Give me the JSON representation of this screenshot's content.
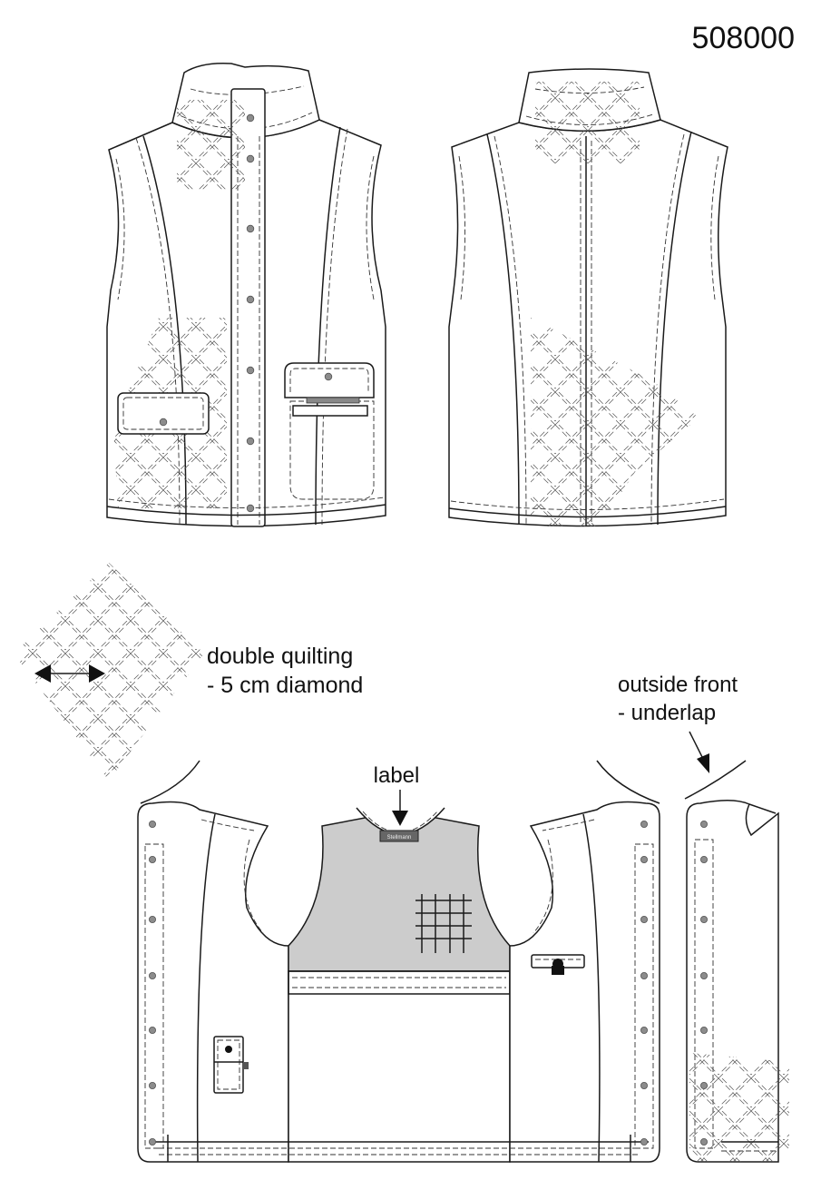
{
  "model_number": "508000",
  "annotations": {
    "quilting_line1": "double quilting",
    "quilting_line2": "- 5 cm diamond",
    "underlap_line1": "outside front",
    "underlap_line2": "- underlap",
    "label": "label",
    "tag_text": "Stellmann"
  },
  "colors": {
    "outline": "#1a1a1a",
    "lining_panel": "#cccccc",
    "button": "#8c8c8c"
  }
}
